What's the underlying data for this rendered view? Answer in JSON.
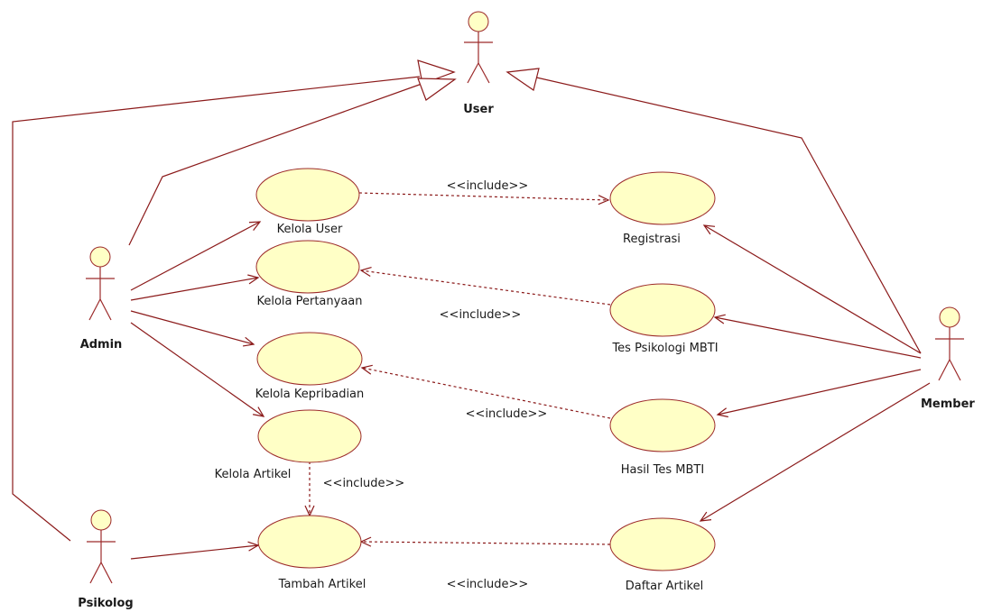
{
  "colors": {
    "line": "#8b1a1a",
    "fill": "#ffffc6",
    "outline": "#9c2a2a"
  },
  "actors": {
    "user": "User",
    "admin": "Admin",
    "psikolog": "Psikolog",
    "member": "Member"
  },
  "use_cases": {
    "kelola_user": "Kelola User",
    "kelola_pertanyaan": "Kelola Pertanyaan",
    "kelola_kepribadian": "Kelola Kepribadian",
    "kelola_artikel": "Kelola Artikel",
    "tambah_artikel": "Tambah Artikel",
    "registrasi": "Registrasi",
    "tes_psikologi": "Tes Psikologi MBTI",
    "hasil_tes": "Hasil Tes MBTI",
    "daftar_artikel": "Daftar Artikel"
  },
  "relations": {
    "include": "<<include>>"
  }
}
